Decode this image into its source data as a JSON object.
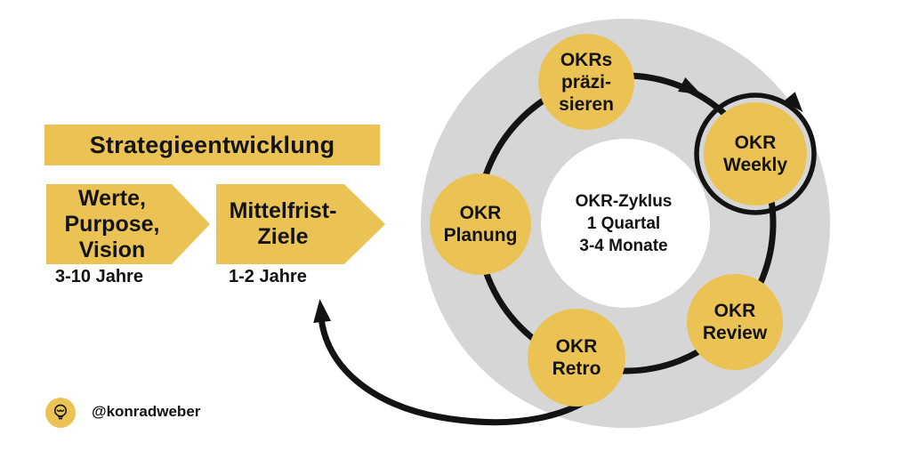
{
  "colors": {
    "yellow": "#EBC355",
    "gray": "#D6D6D6",
    "ink": "#131313",
    "bg": "#FFFFFF"
  },
  "strategy": {
    "title": "Strategieentwicklung",
    "steps": [
      {
        "label": "Werte,\nPurpose,\nVision",
        "duration": "3-10 Jahre"
      },
      {
        "label": "Mittelfrist-\nZiele",
        "duration": "1-2 Jahre"
      }
    ]
  },
  "cycle": {
    "center_label": "OKR-Zyklus\n1 Quartal\n3-4 Monate",
    "direction": "clockwise",
    "nodes": [
      {
        "id": "okrs-praezisieren",
        "label": "OKRs\npräzi-\nsieren",
        "emphasized": false
      },
      {
        "id": "okr-weekly",
        "label": "OKR\nWeekly",
        "emphasized": true
      },
      {
        "id": "okr-review",
        "label": "OKR\nReview",
        "emphasized": false
      },
      {
        "id": "okr-retro",
        "label": "OKR\nRetro",
        "emphasized": false
      },
      {
        "id": "okr-planung",
        "label": "OKR\nPlanung",
        "emphasized": false
      }
    ],
    "icons": {
      "flow": "clockwise-arrowhead-icon",
      "weekly_loop": "weekly-loop-arrowhead-icon",
      "feedback": "feedback-arrowhead-icon"
    }
  },
  "footer": {
    "handle": "@konradweber",
    "icon": "lightbulb-icon"
  }
}
